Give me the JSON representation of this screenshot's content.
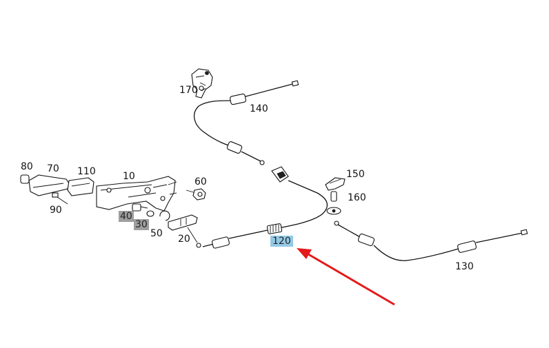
{
  "labels": {
    "p10": "10",
    "p20": "20",
    "p30": "30",
    "p40": "40",
    "p50": "50",
    "p60": "60",
    "p70": "70",
    "p80": "80",
    "p90": "90",
    "p110": "110",
    "p120": "120",
    "p130": "130",
    "p140": "140",
    "p150": "150",
    "p160": "160",
    "p170": "170"
  },
  "highlight_color": "#9e9e9e",
  "selected_color": "#93c9e6",
  "arrow_color": "#e31b1b"
}
